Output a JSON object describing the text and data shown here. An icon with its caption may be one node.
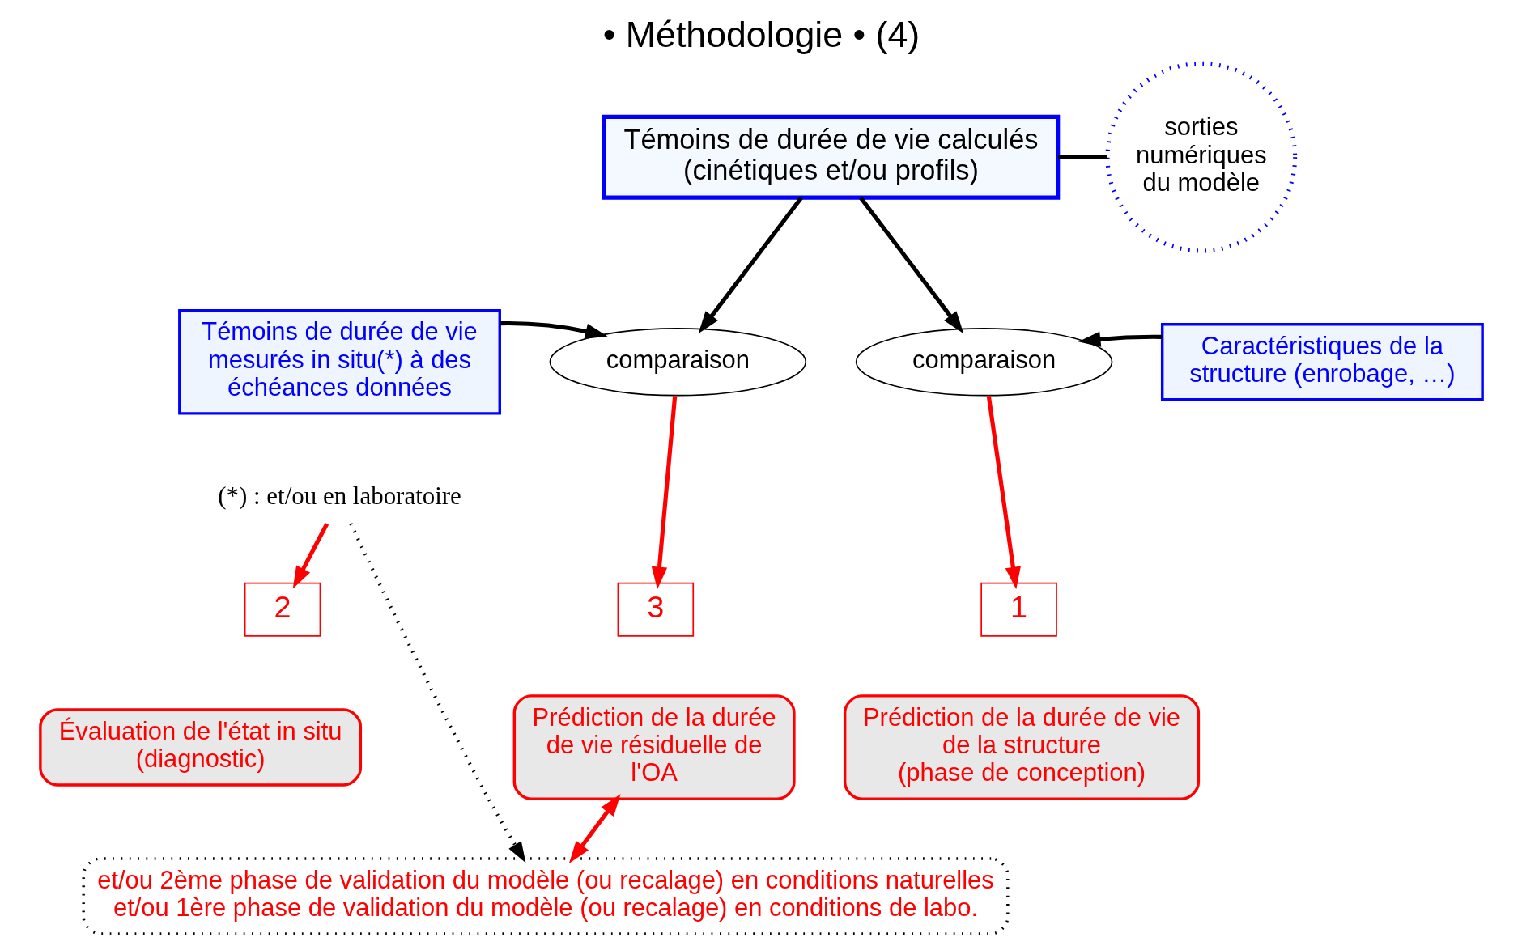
{
  "diagram": {
    "title": "• Méthodologie • (4)",
    "nodes": [
      {
        "text": [
          "Témoins de durée de vie calculés",
          "(cinétiques et/ou profils)"
        ]
      },
      {
        "text": [
          "sorties",
          "numériques du modèle"
        ]
      },
      {
        "text": [
          "Témoins de durée de vie mesurés in situ(*) à des échéances données"
        ]
      },
      {
        "text": [
          "(*) : et/ou en laboratoire"
        ]
      },
      {
        "text": [
          "comparaison"
        ]
      },
      {
        "text": [
          "comparaison"
        ]
      },
      {
        "text": [
          "Caractéristiques de la structure (enrobage, …)"
        ]
      },
      {
        "text": [
          "2"
        ]
      },
      {
        "text": [
          "Évaluation de l'état in situ",
          "(diagnostic)"
        ]
      },
      {
        "text": [
          "3"
        ]
      },
      {
        "text": [
          "Prédiction de la durée de vie résiduelle de l'OA"
        ]
      },
      {
        "text": [
          "1"
        ]
      },
      {
        "text": [
          "Prédiction de la durée de vie de la structure",
          "(phase de conception)"
        ]
      },
      {
        "text": [
          "et/ou 2ème phase de validation du modèle (ou recalage) en conditions naturelles",
          "et/ou 1ère phase de validation du modèle (ou recalage) en conditions de labo."
        ]
      }
    ],
    "edges": [
      {
        "from": 1,
        "to": 0,
        "arrow": "none"
      },
      {
        "from": 0,
        "to": 4,
        "arrow": "to"
      },
      {
        "from": 0,
        "to": 5,
        "arrow": "to"
      },
      {
        "from": 2,
        "to": 4,
        "arrow": "to"
      },
      {
        "from": 6,
        "to": 5,
        "arrow": "to"
      },
      {
        "from": 3,
        "to": 7,
        "arrow": "to",
        "color": "#ff0000"
      },
      {
        "from": 4,
        "to": 9,
        "arrow": "to",
        "color": "#ff0000"
      },
      {
        "from": 5,
        "to": 11,
        "arrow": "to",
        "color": "#ff0000"
      },
      {
        "from": 10,
        "to": 13,
        "arrow": "both",
        "color": "#ff0000"
      },
      {
        "from": 3,
        "to": 13,
        "arrow": "to",
        "style": "dashed"
      }
    ]
  }
}
